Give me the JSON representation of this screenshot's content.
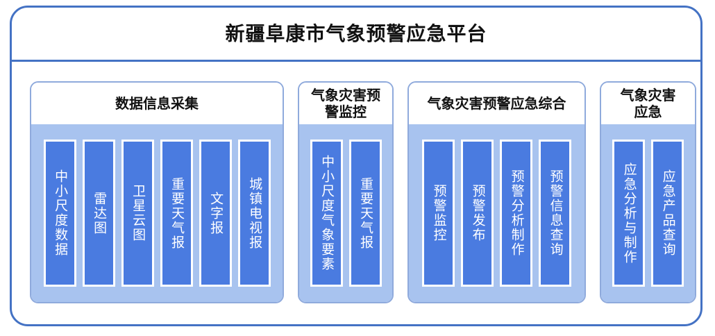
{
  "platform": {
    "title": "新疆阜康市气象预警应急平台"
  },
  "sections": [
    {
      "id": "data-collection",
      "title": "数据信息采集",
      "title_lines": [
        "数据信息采集"
      ],
      "items": [
        "中小尺度数据",
        "雷达图",
        "卫星云图",
        "重要天气报",
        "文字报",
        "城镇电视报"
      ]
    },
    {
      "id": "disaster-warning-monitoring",
      "title": "气象灾害预警监控",
      "title_lines": [
        "气象灾害预",
        "警监控"
      ],
      "items": [
        "中小尺度气象要素",
        "重要天气报"
      ]
    },
    {
      "id": "warning-response-integrated",
      "title": "气象灾害预警应急综合",
      "title_lines": [
        "气象灾害预警应急综合"
      ],
      "items": [
        "预警监控",
        "预警发布",
        "预警分析制作",
        "预警信息查询"
      ]
    },
    {
      "id": "disaster-emergency-response",
      "title": "气象灾害应急",
      "title_lines": [
        "气象灾害",
        "应急"
      ],
      "items": [
        "应急分析与制作",
        "应急产品查询"
      ]
    }
  ],
  "colors": {
    "frame_border": "#4472C4",
    "card_border": "#8FAADC",
    "card_body_bg": "#A8C3EF",
    "chip_bg": "#4A7BE0",
    "chip_border": "#FFFFFF",
    "chip_text": "#FFFFFF",
    "title_text": "#111111",
    "page_bg": "#FFFFFF"
  }
}
